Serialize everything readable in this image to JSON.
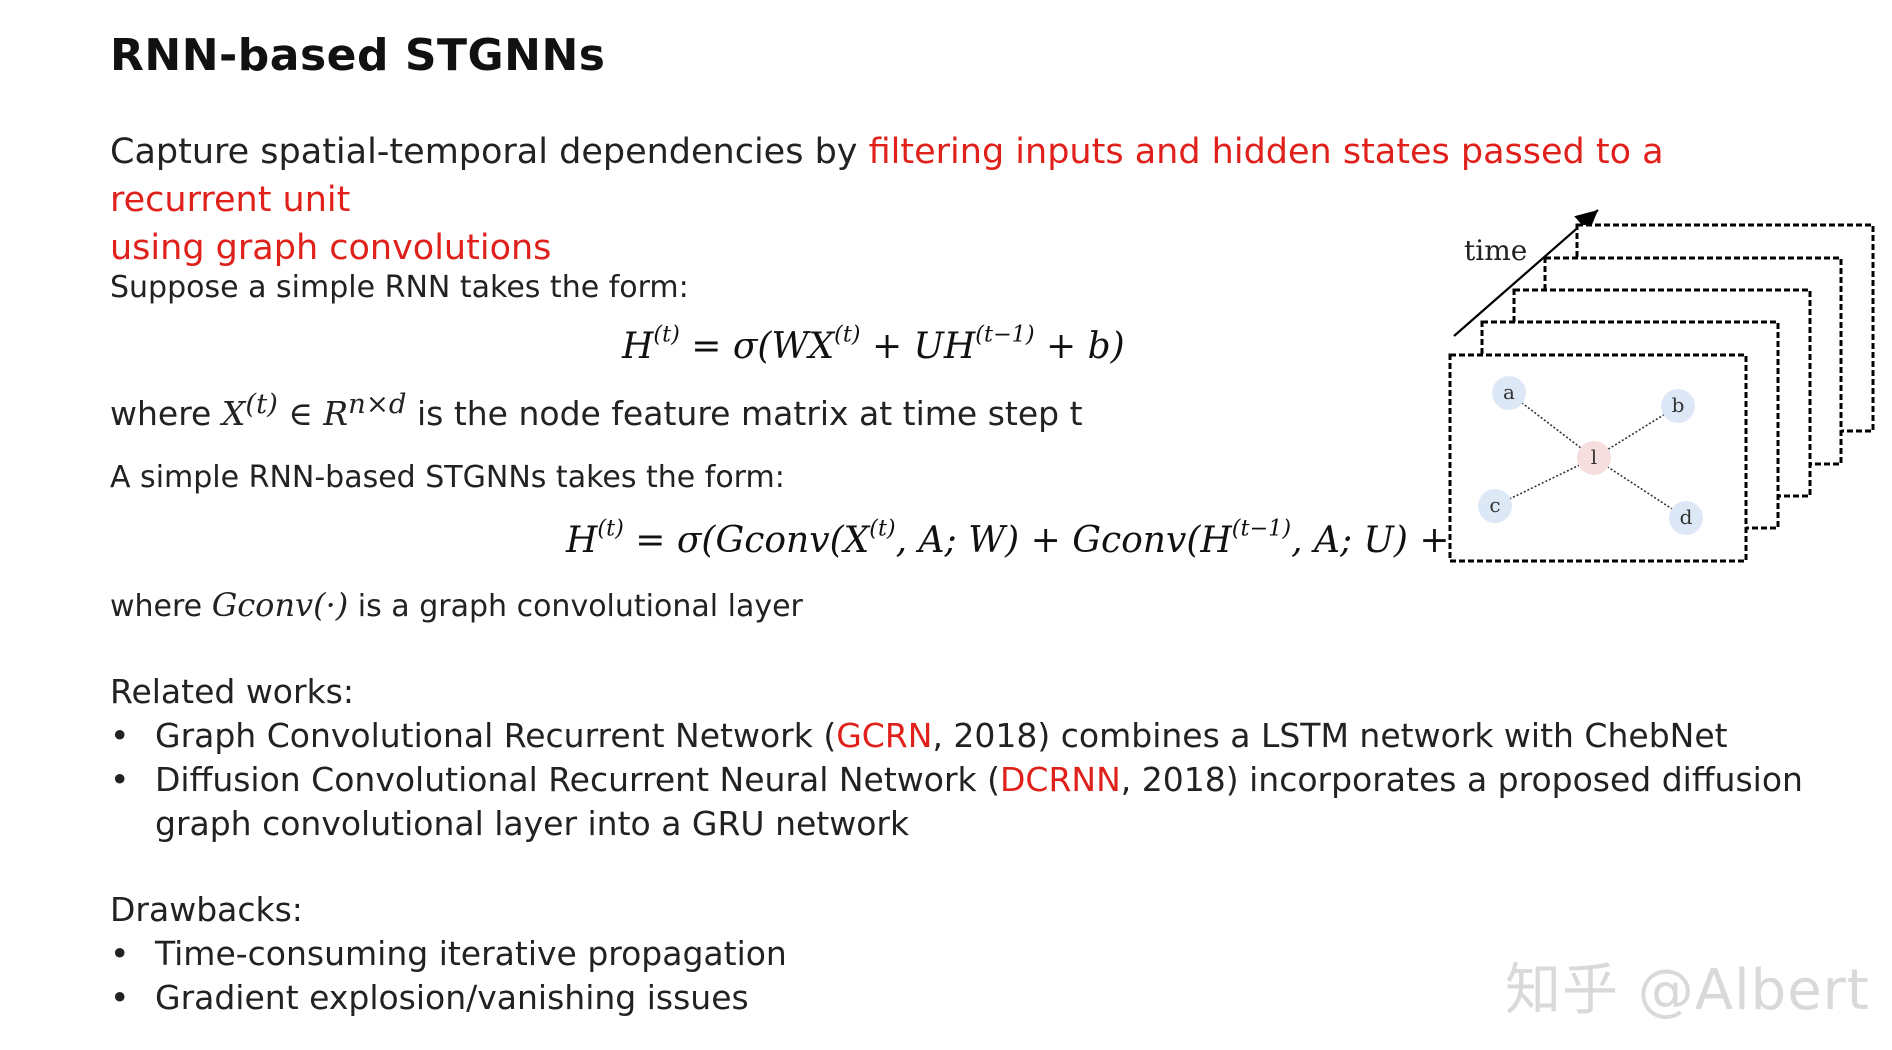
{
  "slide": {
    "title": "RNN-based STGNNs",
    "lead_plain": "Capture spatial-temporal dependencies by ",
    "lead_highlight_1": "filtering inputs and hidden states passed to a recurrent unit",
    "lead_highlight_2": "using graph convolutions",
    "suppose_text": "Suppose a simple RNN takes the form:",
    "equation_rnn": {
      "lhs": "H",
      "lhs_sup": "(t)",
      "part1": " = σ(WX",
      "sup1": "(t)",
      "part2": " + UH",
      "sup2": "(t−1)",
      "part3": " + b)"
    },
    "where1": {
      "prefix": "where ",
      "var": "X",
      "var_sup": "(t)",
      "set": " ∈ R",
      "set_sup": "n×d",
      "suffix": " is the node feature matrix at time step t"
    },
    "simple_stgnn_text": "A simple RNN-based STGNNs takes the form:",
    "equation_stgnn": {
      "lhs": "H",
      "lhs_sup": "(t)",
      "part1": " = σ(Gconv(X",
      "sup1": "(t)",
      "part2": ", A; W) + Gconv(H",
      "sup2": "(t−1)",
      "part3": ", A; U) + b)"
    },
    "where2": {
      "prefix": "where ",
      "func": "Gconv(·)",
      "suffix": " is a graph convolutional layer"
    },
    "related_heading": "Related works:",
    "related": [
      {
        "pre": "Graph Convolutional Recurrent Network (",
        "acronym": "GCRN",
        "post": ", 2018) combines a LSTM network with ChebNet"
      },
      {
        "pre": "Diffusion Convolutional Recurrent Neural Network (",
        "acronym": "DCRNN",
        "post": ", 2018) incorporates a proposed diffusion graph convolutional layer into a GRU network"
      }
    ],
    "drawbacks_heading": "Drawbacks:",
    "drawbacks": [
      "Time-consuming iterative propagation",
      "Gradient explosion/vanishing issues"
    ]
  },
  "diagram": {
    "time_label": "time",
    "nodes": [
      "a",
      "b",
      "l",
      "c",
      "d"
    ]
  },
  "watermark": "知乎 @Albert",
  "colors": {
    "highlight": "#e0211b",
    "node_fill": "#dde8f7",
    "center_node_fill": "#f7dede"
  }
}
